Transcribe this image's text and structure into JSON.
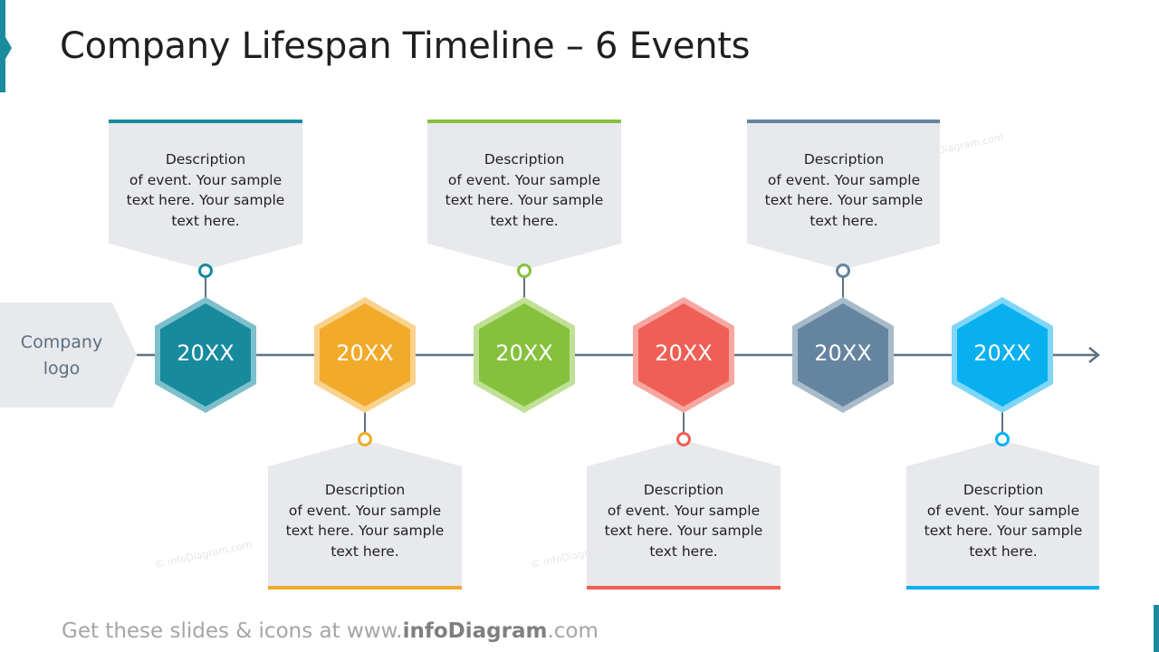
{
  "title": "Company Lifespan Timeline – 6 Events",
  "logo": {
    "line1": "Company",
    "line2": "logo"
  },
  "events": [
    {
      "year": "20XX",
      "color": "#178a9e",
      "border": "#7dbfcb",
      "position": "top",
      "desc": [
        "Description",
        "of event. Your sample",
        "text here. Your sample",
        "text here."
      ]
    },
    {
      "year": "20XX",
      "color": "#f2aa2b",
      "border": "#f9d28d",
      "position": "bottom",
      "desc": [
        "Description",
        "of event. Your sample",
        "text here. Your sample",
        "text here."
      ]
    },
    {
      "year": "20XX",
      "color": "#86c13d",
      "border": "#bfe095",
      "position": "top",
      "desc": [
        "Description",
        "of event. Your sample",
        "text here. Your sample",
        "text here."
      ]
    },
    {
      "year": "20XX",
      "color": "#ef5f55",
      "border": "#f6a7a1",
      "position": "bottom",
      "desc": [
        "Description",
        "of event. Your sample",
        "text here. Your sample",
        "text here."
      ]
    },
    {
      "year": "20XX",
      "color": "#65849f",
      "border": "#a8bbcb",
      "position": "top",
      "desc": [
        "Description",
        "of event. Your sample",
        "text here. Your sample",
        "text here."
      ]
    },
    {
      "year": "20XX",
      "color": "#09b0f0",
      "border": "#7fd6f8",
      "position": "bottom",
      "desc": [
        "Description",
        "of event. Your sample",
        "text here. Your sample",
        "text here."
      ]
    }
  ],
  "watermark": "© infoDiagram.com",
  "footer": {
    "prefix": "Get these slides & icons at www.",
    "brand": "infoDiagram",
    "suffix": ".com"
  }
}
